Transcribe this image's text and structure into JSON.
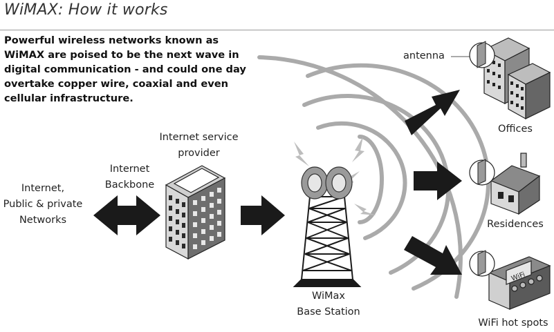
{
  "header": {
    "title": "WiMAX: How it works"
  },
  "intro": {
    "text": "Powerful wireless networks known as WiMAX are poised to be the next wave in digital communication - and could one day overtake copper wire, coaxial and even cellular infrastructure."
  },
  "labels": {
    "internet_networks": [
      "Internet,",
      "Public & private",
      "Networks"
    ],
    "backbone": [
      "Internet",
      "Backbone"
    ],
    "isp": [
      "Internet service",
      "provider"
    ],
    "base_station": [
      "WiMax",
      "Base Station"
    ],
    "antenna": "antenna",
    "offices": "Offices",
    "residences": "Residences",
    "hotspots": "WiFi hot spots",
    "wifi_sign": "WiFi"
  }
}
